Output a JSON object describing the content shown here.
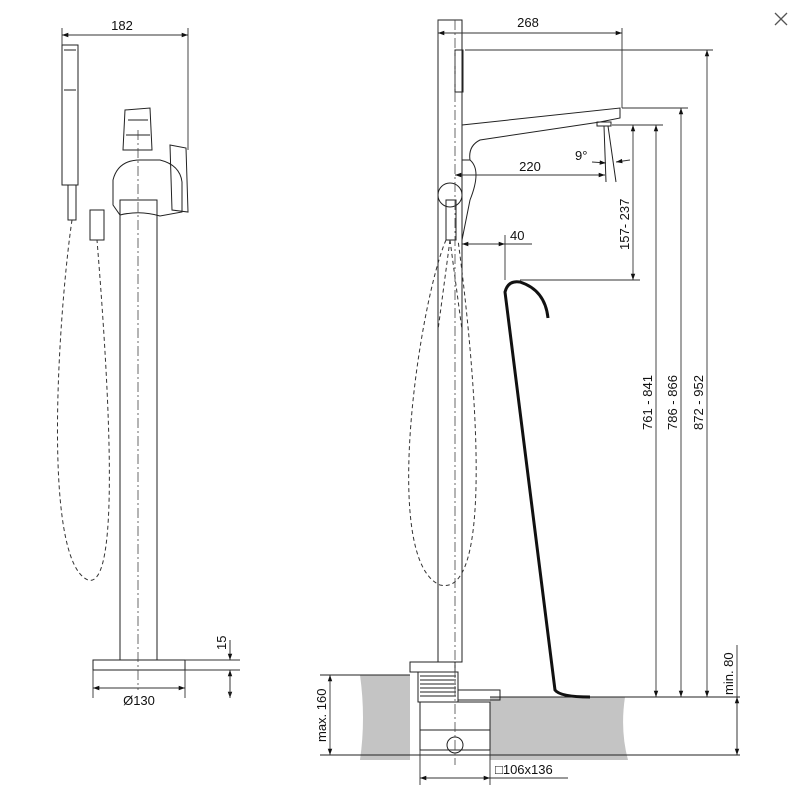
{
  "window": {
    "close_icon": "close-icon"
  },
  "drawing": {
    "side_view": {
      "width_dim": "182",
      "base_height_dim": "15",
      "base_diameter_dim": "Ø130"
    },
    "front_view": {
      "spout_reach_total": "268",
      "spout_reach": "220",
      "spout_angle": "9°",
      "spout_clearance": "40",
      "spout_to_tub_rim": "157- 237",
      "outlet_height": "761 - 841",
      "spout_top_height": "786 - 866",
      "overall_height": "872 - 952",
      "min_floor_depth": "min. 80",
      "max_floor_depth": "max. 160",
      "box_size": "□106x136"
    }
  }
}
